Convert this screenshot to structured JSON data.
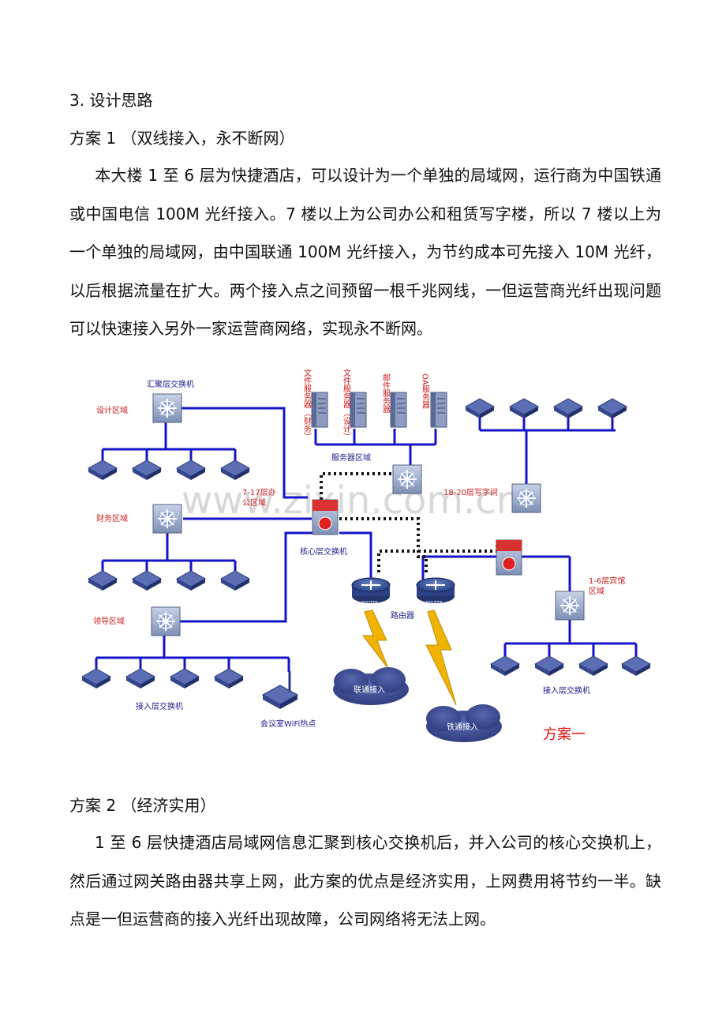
{
  "section_title": "3. 设计思路",
  "plan1": {
    "heading": "方案 1  （双线接入，永不断网）",
    "paragraph": "本大楼 1 至 6 层为快捷酒店，可以设计为一个单独的局域网，运行商为中国铁通或中国电信 100M 光纤接入。7 楼以上为公司办公和租赁写字楼，所以 7 楼以上为一个单独的局域网，由中国联通 100M 光纤接入，为节约成本可先接入 10M 光纤，以后根据流量在扩大。两个接入点之间预留一根千兆网线，一但运营商光纤出现问题可以快速接入另外一家运营商网络，实现永不断网。"
  },
  "diagram": {
    "watermark": "www.zixin.com.cn",
    "labels": {
      "agg_switch": "汇聚层交换机",
      "design_zone": "设计区域",
      "finance_zone": "财务区域",
      "leader_zone": "领导区域",
      "server_zone": "服务器区域",
      "office_zone_1": "7-17层办",
      "office_zone_2": "公区域",
      "core_switch": "核心层交换机",
      "floor_18_20": "18-20层写字间",
      "hotel_1": "1-6层宾馆",
      "hotel_2": "区域",
      "router": "路由器",
      "router_tag": "ROUTER",
      "access_switch_left": "接入层交换机",
      "access_switch_right": "接入层交换机",
      "wifi": "会议室WiFi热点",
      "unicom": "联通接入",
      "tietong": "铁通接入",
      "plan_tag": "方案一"
    },
    "servers": [
      {
        "main": "文件服务器",
        "sub": "（财务）"
      },
      {
        "main": "文件服务器",
        "sub": "（设计）"
      },
      {
        "main": "邮件服务器",
        "sub": ""
      },
      {
        "main": "OA服务器",
        "sub": ""
      }
    ],
    "colors": {
      "link": "#1414c8",
      "label_red": "#cc1a1a",
      "label_blue": "#1a1a8c",
      "lightning": "#f0b400",
      "cloud": "#3a4a9a"
    }
  },
  "plan2": {
    "heading": "方案 2  （经济实用）",
    "paragraph": "1 至 6 层快捷酒店局域网信息汇聚到核心交换机后，并入公司的核心交换机上，然后通过网关路由器共享上网，此方案的优点是经济实用，上网费用将节约一半。缺点是一但运营商的接入光纤出现故障，公司网络将无法上网。"
  }
}
